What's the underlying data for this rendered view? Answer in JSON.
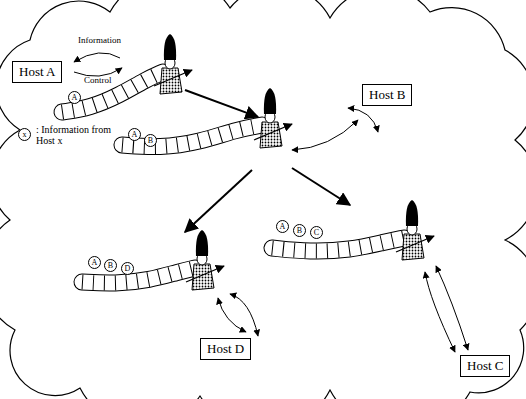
{
  "diagram": {
    "nodes": [
      {
        "text": [
          "Host A"
        ]
      },
      {
        "text": [
          "Host B"
        ]
      },
      {
        "text": [
          "Host C"
        ]
      },
      {
        "text": [
          "Host D"
        ]
      }
    ],
    "labels": [
      "Information",
      "Control",
      "x",
      ": Information from Host x",
      "A",
      "A",
      "B",
      "A",
      "B",
      "D",
      "A",
      "B",
      "C"
    ]
  }
}
